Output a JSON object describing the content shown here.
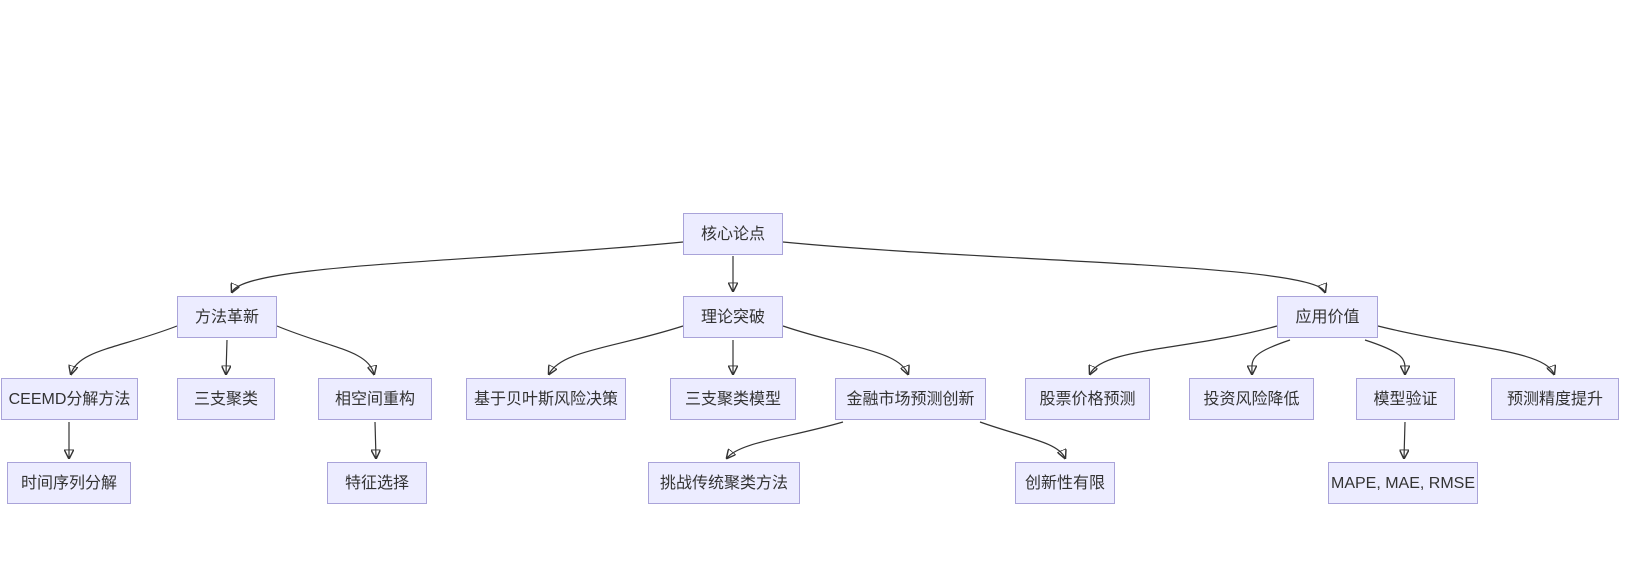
{
  "diagram": {
    "type": "flowchart-top-down",
    "background_color": "#ffffff",
    "node_fill_color": "#ececff",
    "node_border_color": "#a9a3d9",
    "node_text_color": "#333333",
    "edge_color": "#333333",
    "nodes": {
      "core": {
        "label": "核心论点"
      },
      "method": {
        "label": "方法革新"
      },
      "theory": {
        "label": "理论突破"
      },
      "application": {
        "label": "应用价值"
      },
      "ceemd": {
        "label": "CEEMD分解方法"
      },
      "three_way": {
        "label": "三支聚类"
      },
      "phase_space": {
        "label": "相空间重构"
      },
      "bayes": {
        "label": "基于贝叶斯风险决策"
      },
      "three_way_model": {
        "label": "三支聚类模型"
      },
      "finance_innovation": {
        "label": "金融市场预测创新"
      },
      "stock_prediction": {
        "label": "股票价格预测"
      },
      "risk_reduction": {
        "label": "投资风险降低"
      },
      "model_validation": {
        "label": "模型验证"
      },
      "accuracy_improvement": {
        "label": "预测精度提升"
      },
      "time_series": {
        "label": "时间序列分解"
      },
      "feature_selection": {
        "label": "特征选择"
      },
      "challenge_clustering": {
        "label": "挑战传统聚类方法"
      },
      "limited_novelty": {
        "label": "创新性有限"
      },
      "metrics": {
        "label": "MAPE, MAE, RMSE"
      }
    },
    "edges": [
      {
        "from": "core",
        "to": "method"
      },
      {
        "from": "core",
        "to": "theory"
      },
      {
        "from": "core",
        "to": "application"
      },
      {
        "from": "method",
        "to": "ceemd"
      },
      {
        "from": "method",
        "to": "three_way"
      },
      {
        "from": "method",
        "to": "phase_space"
      },
      {
        "from": "theory",
        "to": "bayes"
      },
      {
        "from": "theory",
        "to": "three_way_model"
      },
      {
        "from": "theory",
        "to": "finance_innovation"
      },
      {
        "from": "application",
        "to": "stock_prediction"
      },
      {
        "from": "application",
        "to": "risk_reduction"
      },
      {
        "from": "application",
        "to": "model_validation"
      },
      {
        "from": "application",
        "to": "accuracy_improvement"
      },
      {
        "from": "ceemd",
        "to": "time_series"
      },
      {
        "from": "phase_space",
        "to": "feature_selection"
      },
      {
        "from": "finance_innovation",
        "to": "challenge_clustering"
      },
      {
        "from": "finance_innovation",
        "to": "limited_novelty"
      },
      {
        "from": "model_validation",
        "to": "metrics"
      }
    ]
  }
}
